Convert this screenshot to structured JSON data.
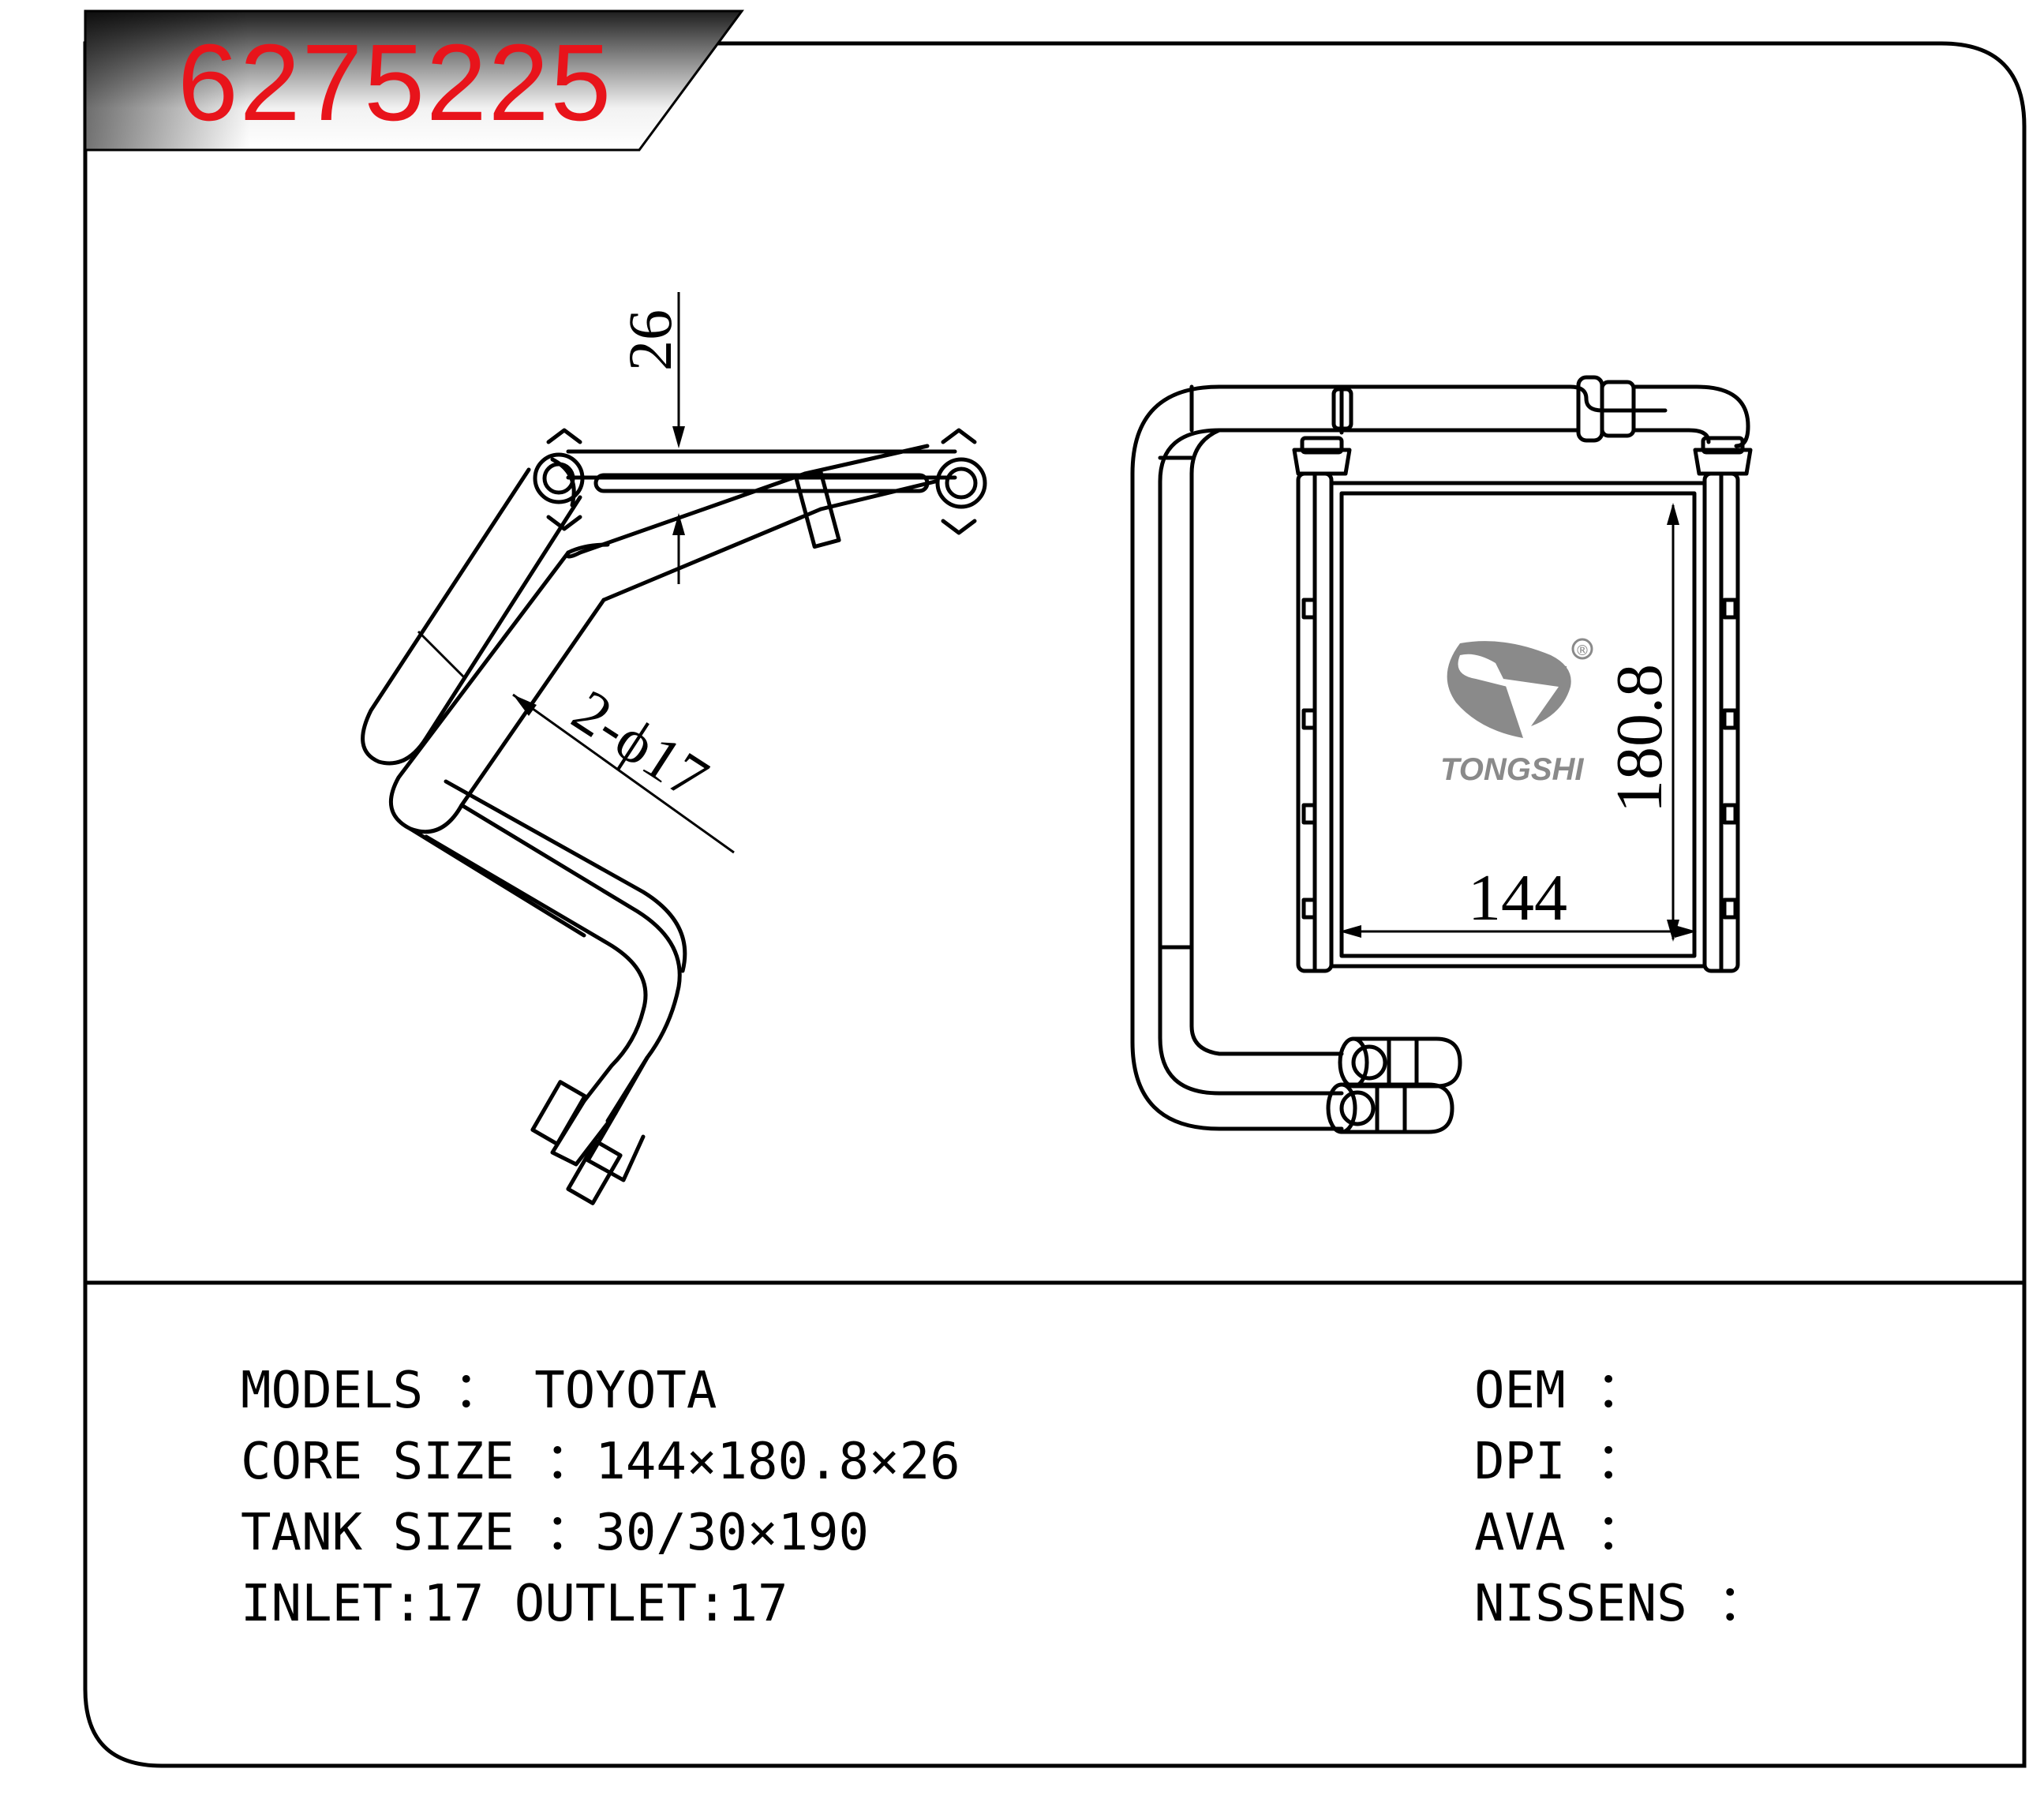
{
  "header": {
    "part_number": "6275225",
    "part_number_color": "#e8141b"
  },
  "drawing": {
    "side_view": {
      "dim_thickness": "26",
      "dim_pipe": "2-ϕ17"
    },
    "front_view": {
      "dim_height": "180.8",
      "dim_width": "144"
    },
    "logo": {
      "brand": "TONGSHI",
      "registered_mark": "®",
      "icon": "tongshi-logo-icon"
    }
  },
  "specs_left": [
    {
      "label": "MODELS ： TOYOTA"
    },
    {
      "label": "CORE SIZE ：144×180.8×26"
    },
    {
      "label": "TANK SIZE ：30/30×190"
    },
    {
      "label": "INLET:17  OUTLET:17"
    }
  ],
  "specs_right": [
    {
      "label": "OEM ："
    },
    {
      "label": "DPI ："
    },
    {
      "label": "AVA ："
    },
    {
      "label": "NISSENS ："
    }
  ],
  "colors": {
    "line": "#000000",
    "logo_gray": "#8a8a8a",
    "banner_dark": "#2a2a2a",
    "banner_light": "#f4f4f4"
  }
}
